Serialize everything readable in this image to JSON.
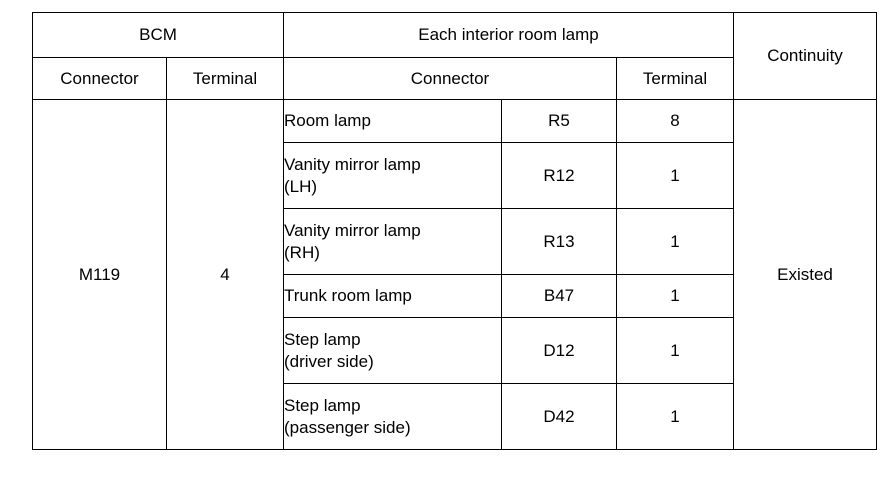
{
  "table": {
    "header": {
      "group_bcm": "BCM",
      "group_lamp": "Each interior room lamp",
      "continuity": "Continuity",
      "bcm_connector": "Connector",
      "bcm_terminal": "Terminal",
      "lamp_connector": "Connector",
      "lamp_terminal": "Terminal"
    },
    "bcm": {
      "connector": "M119",
      "terminal": "4"
    },
    "continuity_value": "Existed",
    "rows": [
      {
        "lamp": "Room lamp",
        "lamp_line1": "Room lamp",
        "lamp_line2": "",
        "connector": "R5",
        "terminal": "8"
      },
      {
        "lamp": "Vanity mirror lamp (LH)",
        "lamp_line1": "Vanity mirror lamp",
        "lamp_line2": "(LH)",
        "connector": "R12",
        "terminal": "1"
      },
      {
        "lamp": "Vanity mirror lamp (RH)",
        "lamp_line1": "Vanity mirror lamp",
        "lamp_line2": "(RH)",
        "connector": "R13",
        "terminal": "1"
      },
      {
        "lamp": "Trunk room lamp",
        "lamp_line1": "Trunk room lamp",
        "lamp_line2": "",
        "connector": "B47",
        "terminal": "1"
      },
      {
        "lamp": "Step lamp (driver side)",
        "lamp_line1": "Step lamp",
        "lamp_line2": "(driver side)",
        "connector": "D12",
        "terminal": "1"
      },
      {
        "lamp": "Step lamp (passenger side)",
        "lamp_line1": "Step lamp",
        "lamp_line2": "(passenger side)",
        "connector": "D42",
        "terminal": "1"
      }
    ]
  }
}
